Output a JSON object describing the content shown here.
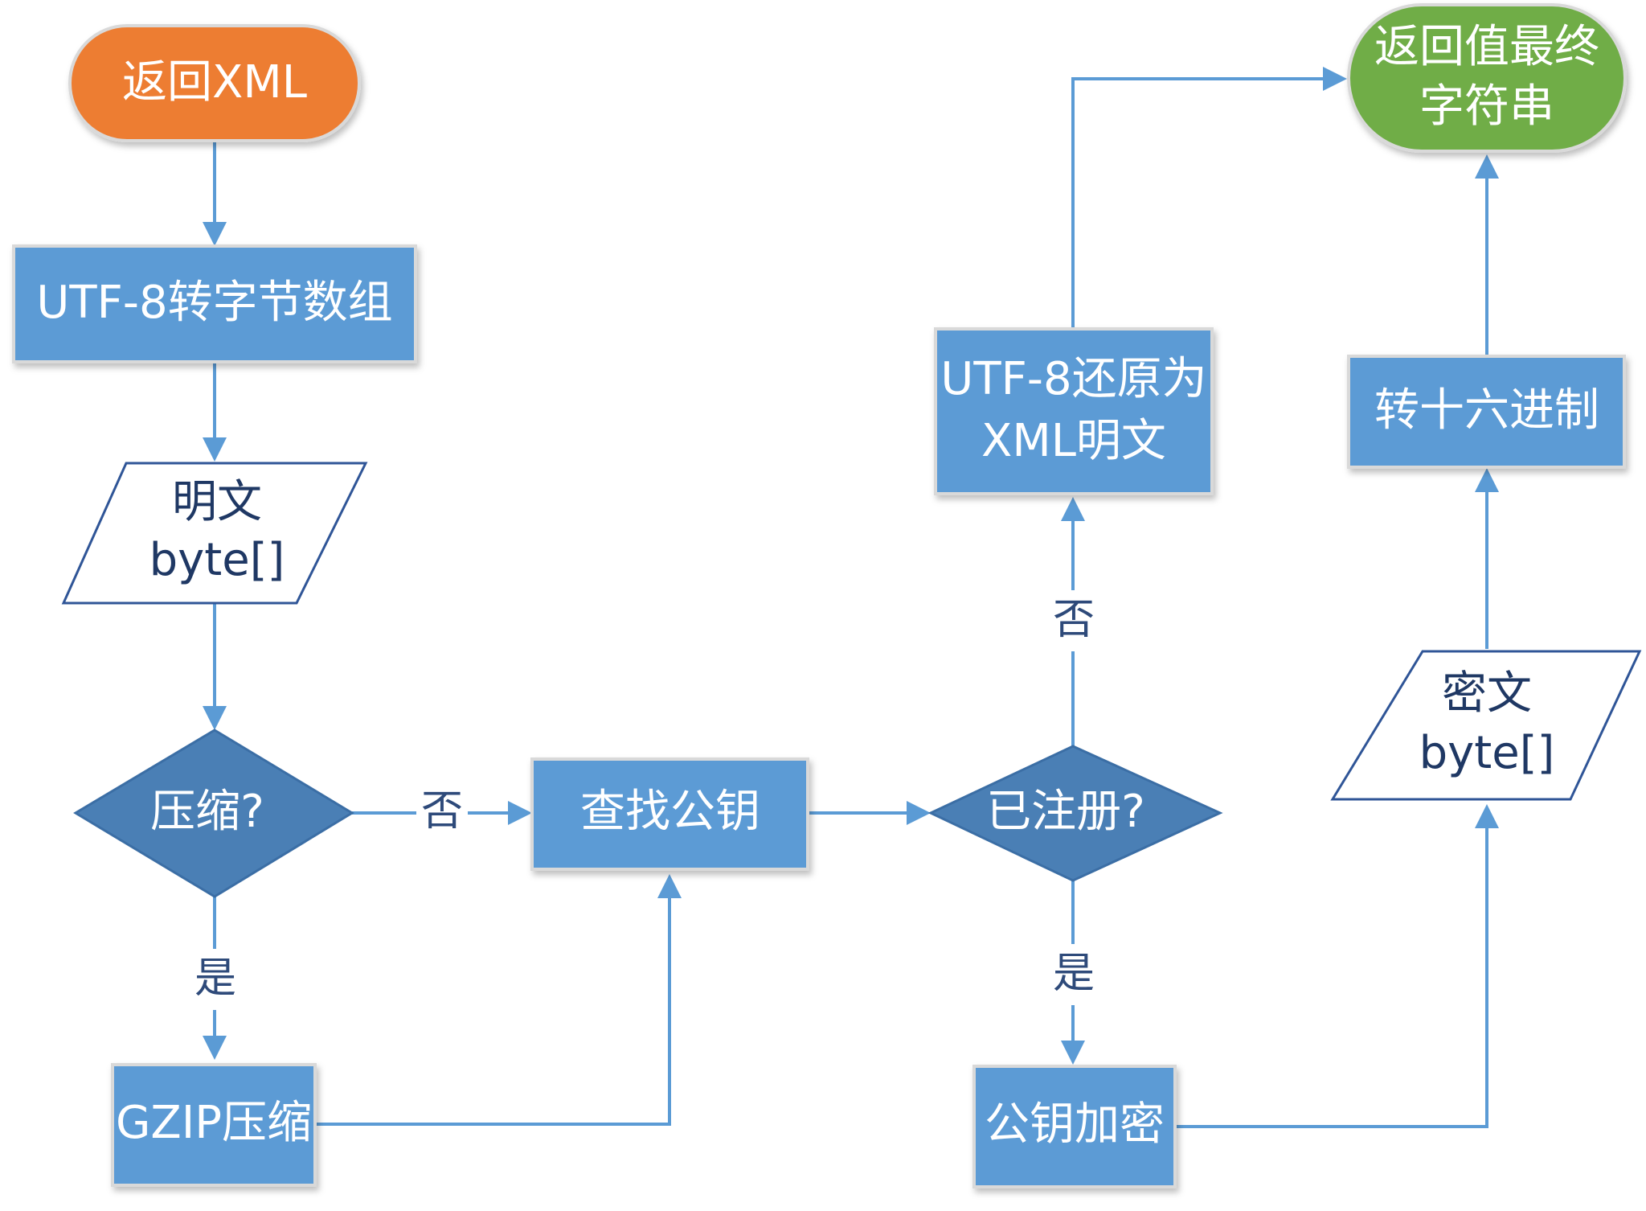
{
  "nodes": {
    "return_xml": {
      "label": "返回XML",
      "shape": "terminator",
      "color": "#ed7d31"
    },
    "utf8_to_bytes": {
      "label": "UTF-8转字节数组",
      "shape": "process",
      "color": "#5b9bd5"
    },
    "plaintext": {
      "label_lines": [
        "明文",
        "byte[]"
      ],
      "shape": "data",
      "color": "#ffffff"
    },
    "compress": {
      "label": "压缩?",
      "shape": "decision",
      "color": "#4a7fb5"
    },
    "gzip": {
      "label": "GZIP压缩",
      "shape": "process",
      "color": "#5b9bd5"
    },
    "find_key": {
      "label": "查找公钥",
      "shape": "process",
      "color": "#5b9bd5"
    },
    "registered": {
      "label": "已注册?",
      "shape": "decision",
      "color": "#4a7fb5"
    },
    "public_key_encrypt": {
      "label": "公钥加密",
      "shape": "process",
      "color": "#5b9bd5"
    },
    "utf8_restore": {
      "label_lines": [
        "UTF-8还原为",
        "XML明文"
      ],
      "shape": "process",
      "color": "#5b9bd5"
    },
    "ciphertext": {
      "label_lines": [
        "密文",
        "byte[]"
      ],
      "shape": "data",
      "color": "#ffffff"
    },
    "to_hex": {
      "label": "转十六进制",
      "shape": "process",
      "color": "#5b9bd5"
    },
    "return_final": {
      "label_lines": [
        "返回值最终",
        "字符串"
      ],
      "shape": "terminator",
      "color": "#70ad47"
    }
  },
  "edges": [
    {
      "from": "return_xml",
      "to": "utf8_to_bytes",
      "label": ""
    },
    {
      "from": "utf8_to_bytes",
      "to": "plaintext",
      "label": ""
    },
    {
      "from": "plaintext",
      "to": "compress",
      "label": ""
    },
    {
      "from": "compress",
      "to": "find_key",
      "label": "否"
    },
    {
      "from": "compress",
      "to": "gzip",
      "label": "是"
    },
    {
      "from": "gzip",
      "to": "find_key",
      "label": ""
    },
    {
      "from": "find_key",
      "to": "registered",
      "label": ""
    },
    {
      "from": "registered",
      "to": "utf8_restore",
      "label": "否"
    },
    {
      "from": "registered",
      "to": "public_key_encrypt",
      "label": "是"
    },
    {
      "from": "utf8_restore",
      "to": "return_final",
      "label": ""
    },
    {
      "from": "public_key_encrypt",
      "to": "ciphertext",
      "label": ""
    },
    {
      "from": "ciphertext",
      "to": "to_hex",
      "label": ""
    },
    {
      "from": "to_hex",
      "to": "return_final",
      "label": ""
    }
  ],
  "colors": {
    "connector": "#5b9bd5",
    "text_light": "#ffffff",
    "text_dark": "#1f3864",
    "edge_label": "#2e4a7a"
  }
}
